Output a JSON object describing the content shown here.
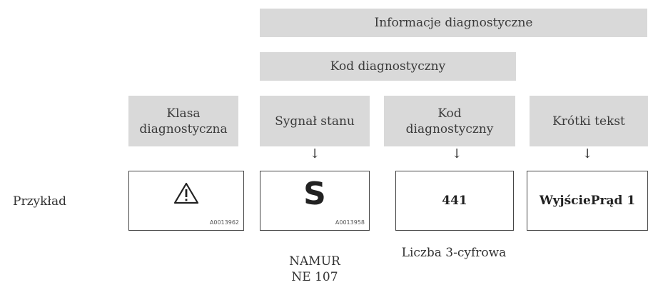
{
  "header_top": "Informacje diagnostyczne",
  "header_mid": "Kod diagnostyczny",
  "columns": [
    {
      "label": "Klasa\ndiagnostyczna"
    },
    {
      "label": "Sygnał stanu"
    },
    {
      "label": "Kod\ndiagnostyczny"
    },
    {
      "label": "Krótki tekst"
    }
  ],
  "arrow_glyph": "↓",
  "row_label": "Przykład",
  "example": {
    "class_code": "A0013962",
    "status_letter": "S",
    "status_code": "A0013958",
    "diag_code": "441",
    "short_text": "WyjściePrąd 1"
  },
  "captions": {
    "status": "NAMUR\nNE 107",
    "code": "Liczba 3-cyfrowa"
  }
}
